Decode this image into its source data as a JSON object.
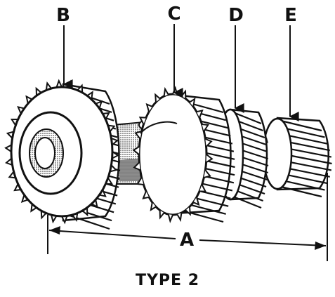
{
  "diagram": {
    "caption": "TYPE 2",
    "callouts": {
      "B": "B",
      "C": "C",
      "D": "D",
      "E": "E"
    },
    "dimension_label": "A",
    "colors": {
      "ink": "#111111",
      "paper": "#ffffff",
      "shade": "#9a9a9a"
    }
  }
}
